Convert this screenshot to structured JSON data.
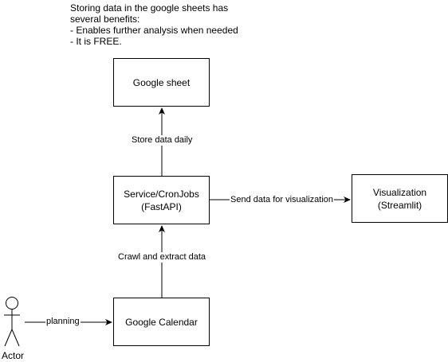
{
  "note": {
    "lines": [
      "Storing data in the google sheets has",
      "several benefits:",
      "- Enables further analysis when needed",
      "- It is FREE."
    ]
  },
  "nodes": {
    "google_sheet": {
      "line1": "Google sheet"
    },
    "service": {
      "line1": "Service/CronJobs",
      "line2": "(FastAPI)"
    },
    "visualization": {
      "line1": "Visualization",
      "line2": "(Streamlit)"
    },
    "google_calendar": {
      "line1": "Google Calendar"
    }
  },
  "actor": {
    "label": "Actor"
  },
  "edges": {
    "store": "Store data daily",
    "send": "Send data for visualization",
    "crawl": "Crawl and extract data",
    "planning": "planning"
  }
}
